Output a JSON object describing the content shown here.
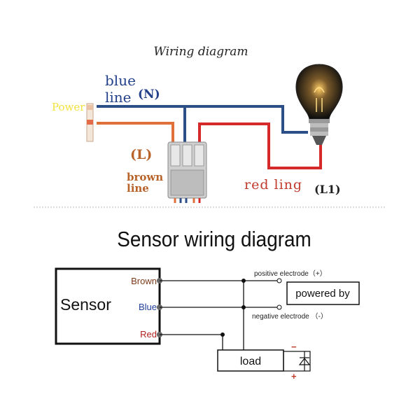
{
  "top_diagram": {
    "title": "Wiring diagram",
    "power_label": "Power",
    "blue_line_label_1": "blue",
    "blue_line_label_2": "line",
    "n_label": "(N)",
    "l_label": "(L)",
    "brown_label_1": "brown",
    "brown_label_2": "line",
    "red_label": "red ling",
    "l1_label": "(L1)"
  },
  "bottom_diagram": {
    "title": "Sensor wiring diagram",
    "sensor_label": "Sensor",
    "brown_terminal": "Brown",
    "blue_terminal": "Blue",
    "red_terminal": "Red",
    "positive_electrode": "positive electrode（+）",
    "negative_electrode": "negative electrode （-）",
    "powered_by": "powered by",
    "load": "load",
    "minus_sign": "−",
    "plus_sign": "+"
  },
  "colors": {
    "blue_wire": "#2b4f86",
    "brown_wire": "#e0703a",
    "red_wire": "#d62a2a",
    "power_text": "#f2e23c",
    "brown_text": "#b8632a",
    "red_text": "#c0392b",
    "blue_text": "#23408a",
    "terminal_brown": "#7a3a1a",
    "terminal_blue": "#22409a",
    "terminal_red": "#b02020"
  }
}
